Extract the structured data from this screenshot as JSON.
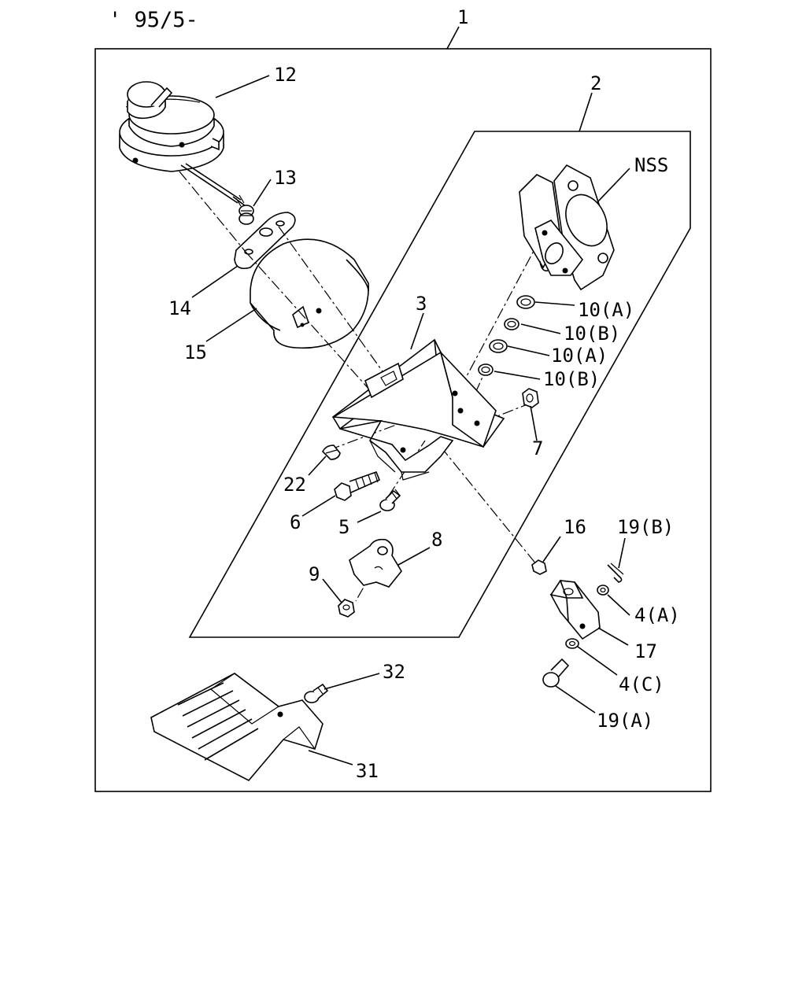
{
  "header": {
    "date_code": "' 95/5-"
  },
  "callouts": {
    "assembly": "1",
    "sub_assembly": "2",
    "bracket": "3",
    "washer_4a": "4(A)",
    "washer_4c": "4(C)",
    "bolt_5": "5",
    "bolt_6": "6",
    "nut_7": "7",
    "plate_8": "8",
    "nut_9": "9",
    "washer_10a_upper": "10(A)",
    "washer_10b_upper": "10(B)",
    "washer_10a_lower": "10(A)",
    "washer_10b_lower": "10(B)",
    "actuator_12": "12",
    "nut_13": "13",
    "plate_14": "14",
    "cover_15": "15",
    "nut_16": "16",
    "lever_17": "17",
    "pin_19a": "19(A)",
    "pin_19b": "19(B)",
    "clip_22": "22",
    "guard_31": "31",
    "bolt_32": "32",
    "nss": "NSS"
  }
}
